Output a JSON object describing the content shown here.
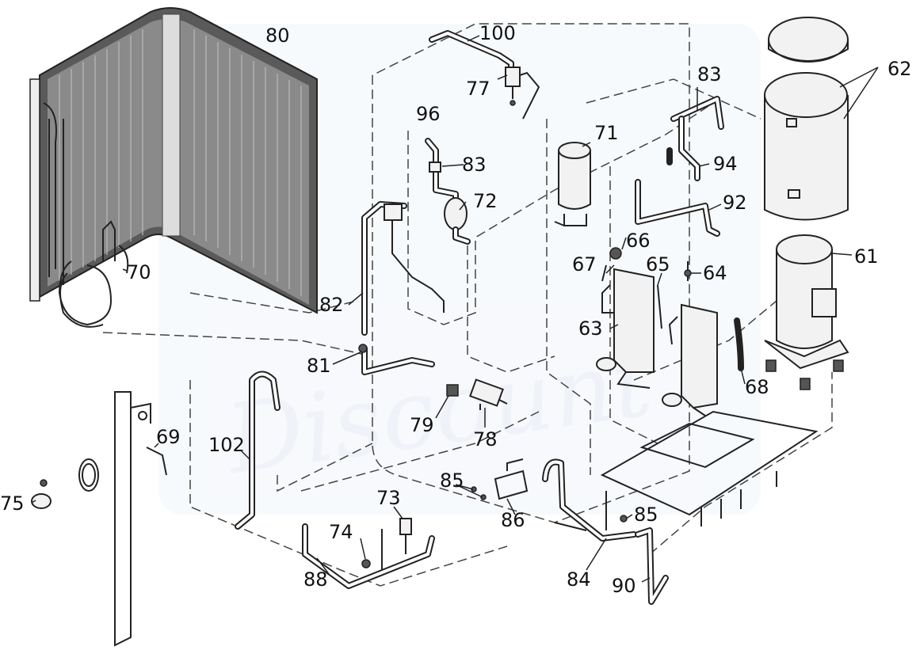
{
  "labels": {
    "l80": "80",
    "l100": "100",
    "l77": "77",
    "l83a": "83",
    "l62": "62",
    "l96": "96",
    "l83b": "83",
    "l71": "71",
    "l94": "94",
    "l72": "72",
    "l92": "92",
    "l66": "66",
    "l61": "61",
    "l67": "67",
    "l65": "65",
    "l64": "64",
    "l70": "70",
    "l82": "82",
    "l63": "63",
    "l81": "81",
    "l68": "68",
    "l79": "79",
    "l78": "78",
    "l69": "69",
    "l102": "102",
    "l75": "75",
    "l85a": "85",
    "l73": "73",
    "l86": "86",
    "l85b": "85",
    "l74": "74",
    "l88": "88",
    "l84": "84",
    "l90": "90"
  },
  "watermark": {
    "text": "Discount",
    "color": "#e8eef6"
  },
  "colors": {
    "line": "#222222",
    "background": "#ffffff"
  }
}
